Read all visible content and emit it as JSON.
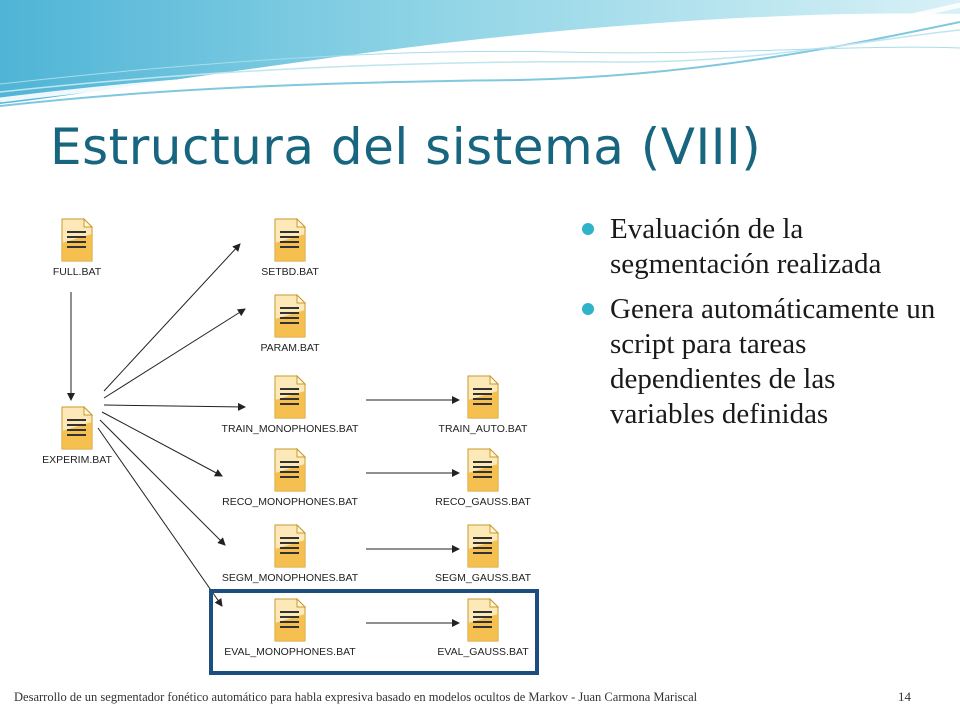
{
  "slide": {
    "title": "Estructura del sistema (VIII)",
    "footer": "Desarrollo de un segmentador fonético automático para habla expresiva basado en modelos ocultos de Markov - Juan Carmona Mariscal",
    "page_number": "14"
  },
  "bullets": [
    {
      "text": "Evaluación de la segmentación realizada"
    },
    {
      "text": "Genera automáticamente un script para tareas dependientes de las variables definidas"
    }
  ],
  "diagram": {
    "nodes": [
      {
        "id": "full",
        "label": "FULL.BAT"
      },
      {
        "id": "experim",
        "label": "EXPERIM.BAT"
      },
      {
        "id": "setbd",
        "label": "SETBD.BAT"
      },
      {
        "id": "param",
        "label": "PARAM.BAT"
      },
      {
        "id": "train_mono",
        "label": "TRAIN_MONOPHONES.BAT"
      },
      {
        "id": "train_auto",
        "label": "TRAIN_AUTO.BAT"
      },
      {
        "id": "reco_mono",
        "label": "RECO_MONOPHONES.BAT"
      },
      {
        "id": "reco_gauss",
        "label": "RECO_GAUSS.BAT"
      },
      {
        "id": "segm_mono",
        "label": "SEGM_MONOPHONES.BAT"
      },
      {
        "id": "segm_gauss",
        "label": "SEGM_GAUSS.BAT"
      },
      {
        "id": "eval_mono",
        "label": "EVAL_MONOPHONES.BAT"
      },
      {
        "id": "eval_gauss",
        "label": "EVAL_GAUSS.BAT"
      }
    ],
    "edges": [
      {
        "from": "full",
        "to": "experim"
      },
      {
        "from": "experim",
        "to": "setbd"
      },
      {
        "from": "experim",
        "to": "param"
      },
      {
        "from": "experim",
        "to": "train_mono"
      },
      {
        "from": "experim",
        "to": "reco_mono"
      },
      {
        "from": "experim",
        "to": "segm_mono"
      },
      {
        "from": "experim",
        "to": "eval_mono"
      },
      {
        "from": "train_mono",
        "to": "train_auto"
      },
      {
        "from": "reco_mono",
        "to": "reco_gauss"
      },
      {
        "from": "segm_mono",
        "to": "segm_gauss"
      },
      {
        "from": "eval_mono",
        "to": "eval_gauss"
      }
    ],
    "highlighted": [
      "eval_mono",
      "eval_gauss"
    ],
    "colors": {
      "accent": "#1c4e80",
      "icon": "#f5b83d"
    }
  }
}
